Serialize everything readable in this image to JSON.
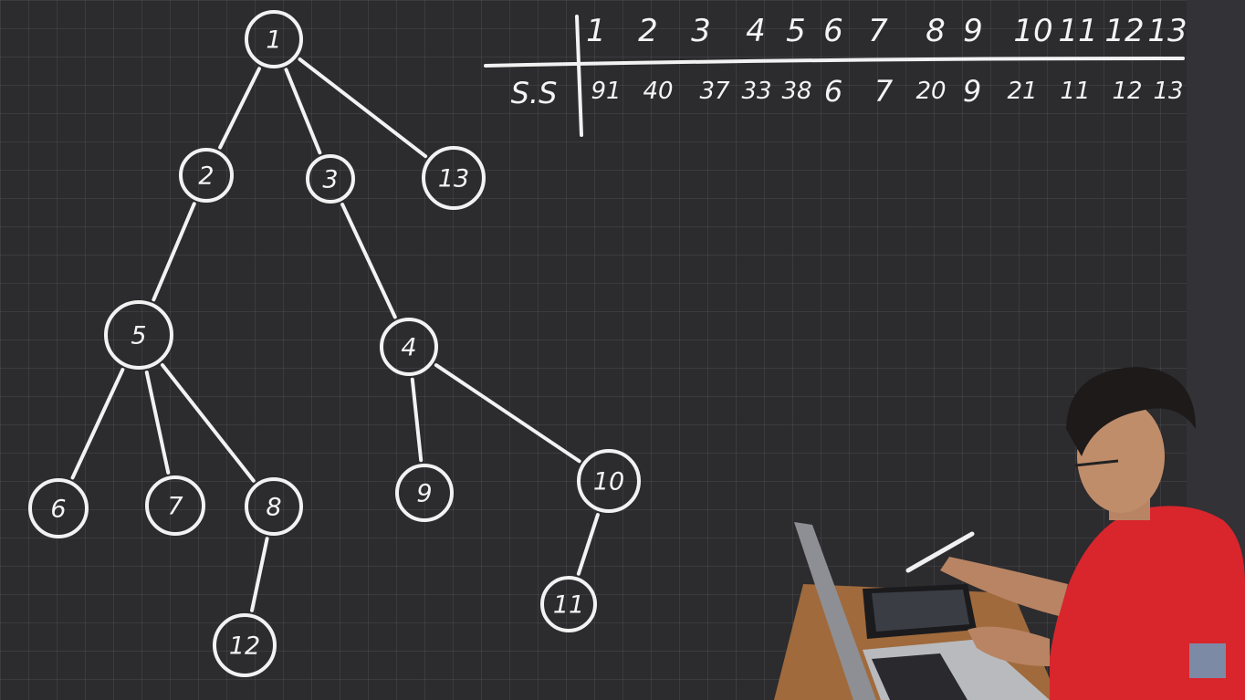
{
  "tree": {
    "nodes": [
      {
        "id": "1",
        "label": "1"
      },
      {
        "id": "2",
        "label": "2"
      },
      {
        "id": "3",
        "label": "3"
      },
      {
        "id": "13",
        "label": "13"
      },
      {
        "id": "5",
        "label": "5"
      },
      {
        "id": "4",
        "label": "4"
      },
      {
        "id": "6",
        "label": "6"
      },
      {
        "id": "7",
        "label": "7"
      },
      {
        "id": "8",
        "label": "8"
      },
      {
        "id": "9",
        "label": "9"
      },
      {
        "id": "10",
        "label": "10"
      },
      {
        "id": "12",
        "label": "12"
      },
      {
        "id": "11",
        "label": "11"
      }
    ],
    "edges": [
      [
        "1",
        "2"
      ],
      [
        "1",
        "3"
      ],
      [
        "1",
        "13"
      ],
      [
        "2",
        "5"
      ],
      [
        "3",
        "4"
      ],
      [
        "5",
        "6"
      ],
      [
        "5",
        "7"
      ],
      [
        "5",
        "8"
      ],
      [
        "4",
        "9"
      ],
      [
        "4",
        "10"
      ],
      [
        "8",
        "12"
      ],
      [
        "10",
        "11"
      ]
    ]
  },
  "table": {
    "row_label": "S.S",
    "headers": [
      "1",
      "2",
      "3",
      "4",
      "5",
      "6",
      "7",
      "8",
      "9",
      "10",
      "11",
      "12",
      "13"
    ],
    "values": [
      "91",
      "40",
      "37",
      "33",
      "38",
      "6",
      "7",
      "20",
      "9",
      "21",
      "11",
      "12",
      "13"
    ]
  }
}
